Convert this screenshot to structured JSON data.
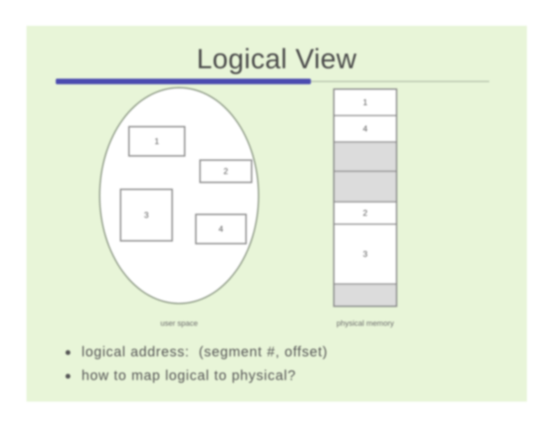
{
  "slide": {
    "title": "Logical View",
    "colors": {
      "background": "#e8f5d8",
      "title_rule": "#4b4bb0",
      "free_block": "#dcdcdc"
    }
  },
  "user_space": {
    "caption": "user space",
    "segments": [
      "1",
      "2",
      "3",
      "4"
    ]
  },
  "physical_memory": {
    "caption": "physical memory",
    "blocks": [
      "1",
      "4",
      "",
      "",
      "2",
      "3",
      ""
    ]
  },
  "bullets": [
    "logical address:  (segment #, offset)",
    "how to map logical to physical?"
  ]
}
